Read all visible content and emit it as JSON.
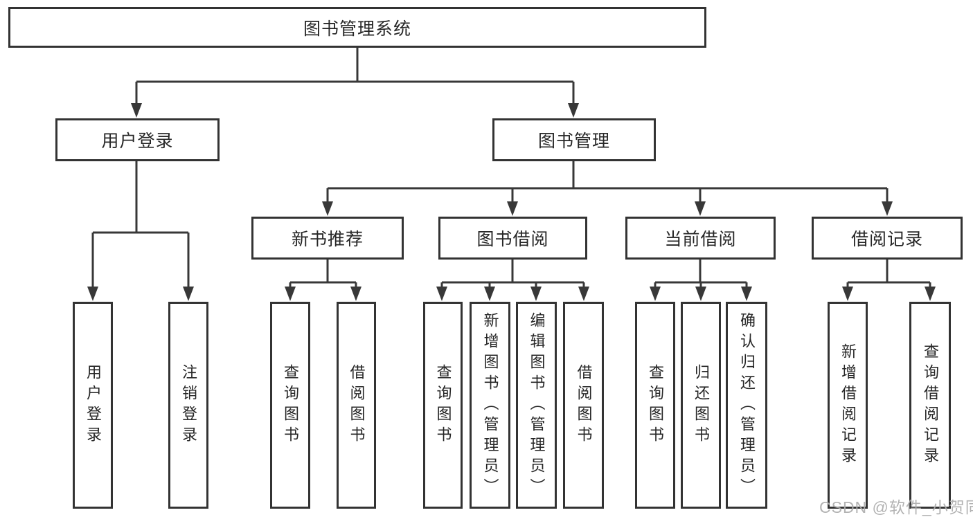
{
  "diagram": {
    "type": "hierarchy-tree",
    "tree": {
      "label": "图书管理系统",
      "children": [
        {
          "label": "用户登录",
          "children": [
            {
              "label": "用户登录"
            },
            {
              "label": "注销登录"
            }
          ]
        },
        {
          "label": "图书管理",
          "children": [
            {
              "label": "新书推荐",
              "children": [
                {
                  "label": "查询图书"
                },
                {
                  "label": "借阅图书"
                }
              ]
            },
            {
              "label": "图书借阅",
              "children": [
                {
                  "label": "查询图书"
                },
                {
                  "label": "新增图书（管理员）"
                },
                {
                  "label": "编辑图书（管理员）"
                },
                {
                  "label": "借阅图书"
                }
              ]
            },
            {
              "label": "当前借阅",
              "children": [
                {
                  "label": "查询图书"
                },
                {
                  "label": "归还图书"
                },
                {
                  "label": "确认归还（管理员）"
                }
              ]
            },
            {
              "label": "借阅记录",
              "children": [
                {
                  "label": "新增借阅记录"
                },
                {
                  "label": "查询借阅记录"
                }
              ]
            }
          ]
        }
      ]
    }
  },
  "watermark": {
    "text": "CSDN @软件_小贺同学"
  },
  "colors": {
    "background": "#ffffff",
    "box_border": "#333333",
    "box_fill": "#ffffff",
    "line": "#383838",
    "text": "#262626",
    "watermark": "#acacac"
  }
}
